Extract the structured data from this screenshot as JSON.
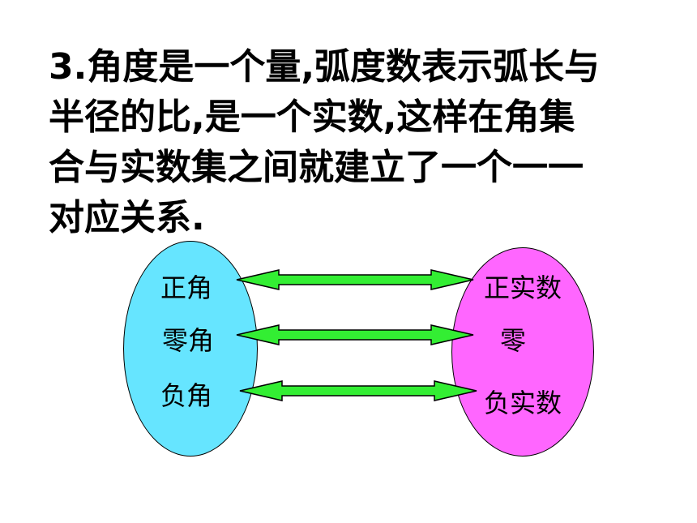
{
  "paragraph": {
    "lines": [
      "3.角度是一个量,弧度数表示弧长与",
      "半径的比,是一个实数,这样在角集",
      "合与实数集之间就建立了一个一一",
      "对应关系."
    ]
  },
  "diagram": {
    "left_set": {
      "items": [
        "正角",
        "零角",
        "负角"
      ],
      "color": "#66e5ff"
    },
    "right_set": {
      "items": [
        "正实数",
        "零",
        "负实数"
      ],
      "color": "#ff66ff"
    },
    "arrow_color": "#33ee33"
  }
}
